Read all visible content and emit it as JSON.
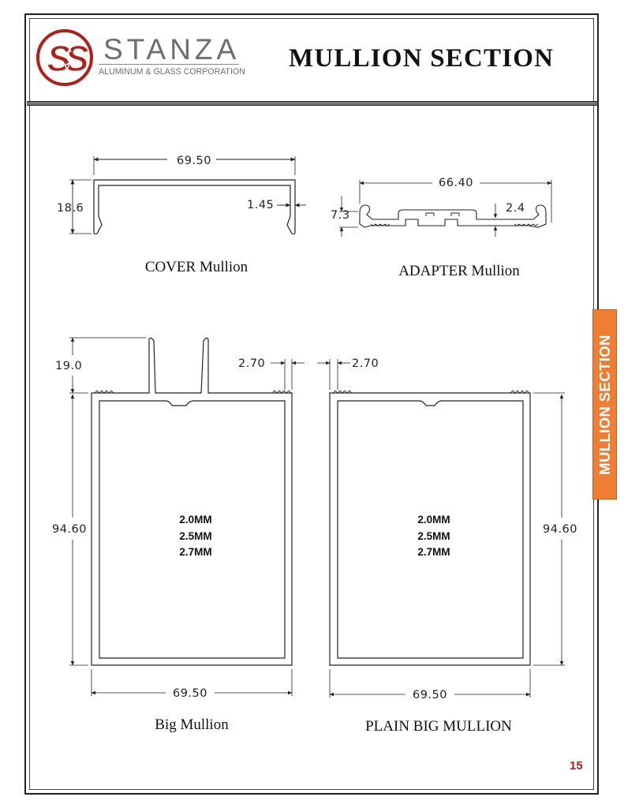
{
  "header": {
    "brand_initials": "SS",
    "brand_name": "STANZA",
    "brand_subtitle": "ALUMINUM & GLASS CORPORATION",
    "title": "MULLION SECTION"
  },
  "side_tab": {
    "label": "MULLION SECTION"
  },
  "cover_mullion": {
    "caption": "COVER Mullion",
    "width": "69.50",
    "height": "18.6",
    "thickness": "1.45"
  },
  "adapter_mullion": {
    "caption": "ADAPTER Mullion",
    "width": "66.40",
    "height": "7.3",
    "thickness": "2.4"
  },
  "big_mullion": {
    "caption": "Big Mullion",
    "width": "69.50",
    "height": "94.60",
    "fin_height": "19.0",
    "wall": "2.70",
    "thicknesses": [
      "2.0MM",
      "2.5MM",
      "2.7MM"
    ]
  },
  "plain_big_mullion": {
    "caption": "PLAIN BIG MULLION",
    "width": "69.50",
    "height": "94.60",
    "wall": "2.70",
    "thicknesses": [
      "2.0MM",
      "2.5MM",
      "2.7MM"
    ]
  },
  "footer": {
    "page_number": "15"
  },
  "colors": {
    "accent_orange": "#ef7d32",
    "logo_red": "#b0201a",
    "page_number_red": "#b0201a"
  }
}
